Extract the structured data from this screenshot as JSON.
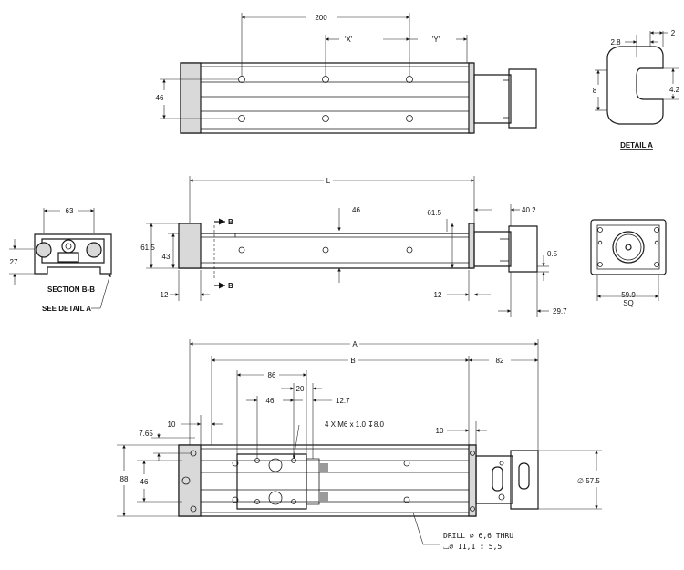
{
  "top_view": {
    "dim_200": "200",
    "dim_x": "'X'",
    "dim_y": "'Y'",
    "dim_46": "46"
  },
  "detail_a": {
    "dim_2_8": "2.8",
    "dim_2": "2",
    "dim_8": "8",
    "dim_4_2": "4.2",
    "label": "DETAIL  A"
  },
  "section_bb": {
    "dim_63": "63",
    "dim_27": "27",
    "label": "SECTION   B-B",
    "see_detail": "SEE DETAIL   A"
  },
  "side_view": {
    "dim_L": "L",
    "dim_46": "46",
    "dim_61_5_right": "61.5",
    "dim_40_2": "40.2",
    "dim_61_5_left": "61.5",
    "dim_43": "43",
    "dim_0_5": "0.5",
    "dim_12_left": "12",
    "dim_12_right": "12",
    "dim_29_7": "29.7",
    "b_top": "B",
    "b_bottom": "B"
  },
  "end_view": {
    "dim_59_9": "59.9",
    "dim_sq": "SQ"
  },
  "bottom_view": {
    "dim_A": "A",
    "dim_B": "B",
    "dim_82": "82",
    "dim_86": "86",
    "dim_20": "20",
    "dim_46": "46",
    "dim_12_7": "12.7",
    "dim_10_left": "10",
    "dim_7_65": "7.65",
    "dim_10_right": "10",
    "hole_callout": "4 X M6 x 1.0 ↧8.0",
    "dim_88": "88",
    "dim_46_v": "46",
    "dim_57_5": "∅ 57.5",
    "drill_line1": "DRILL ∅ 6,6 THRU",
    "drill_line2": "⌴∅ 11,1 ↧ 5,5"
  }
}
